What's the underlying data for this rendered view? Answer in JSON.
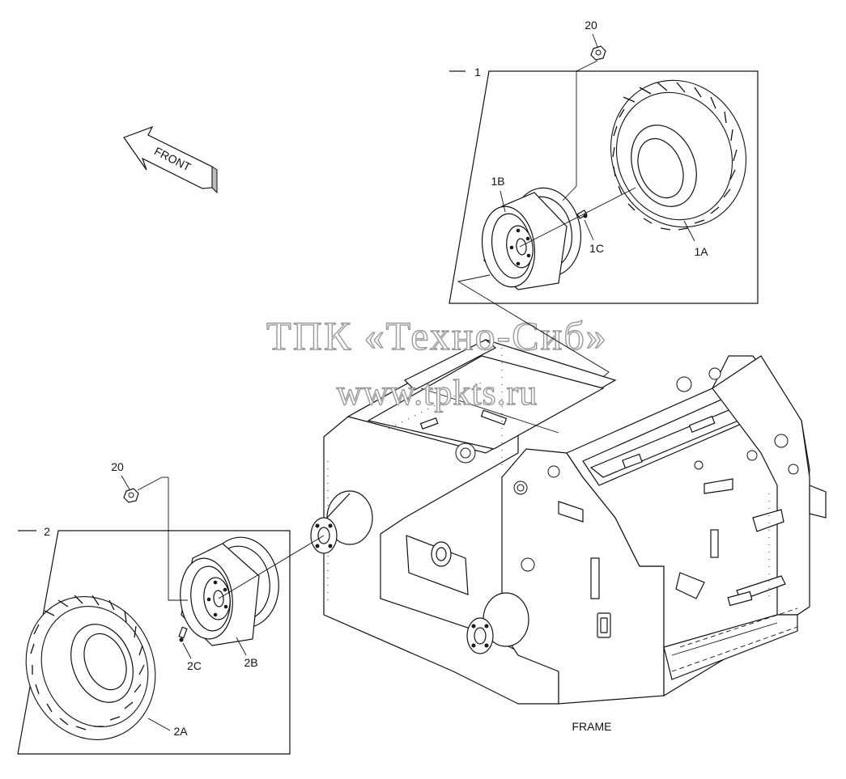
{
  "callouts": {
    "assembly_1": "1",
    "part_1a": "1A",
    "part_1b": "1B",
    "part_1c": "1C",
    "assembly_2": "2",
    "part_2a": "2A",
    "part_2b": "2B",
    "part_2c": "2C",
    "nut_top": "20",
    "nut_left": "20"
  },
  "front_arrow": "FRONT",
  "frame_label": "FRAME",
  "watermark": {
    "line1": "ТПК «Техно-Сиб»",
    "line2": "www.tpkts.ru"
  }
}
